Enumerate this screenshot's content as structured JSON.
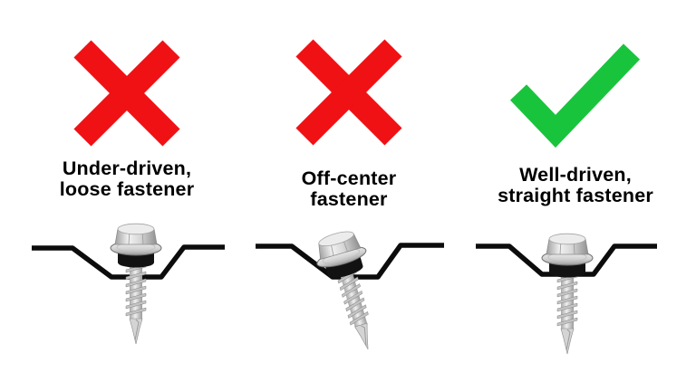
{
  "colors": {
    "incorrect": "#f01115",
    "correct": "#19c43d",
    "panel_line": "#0c0c0c",
    "gasket_rubber": "#121212"
  },
  "columns": [
    {
      "id": "under-driven",
      "verdict": "incorrect",
      "icon": "x-mark",
      "label": {
        "line1": "Under-driven,",
        "line2": "loose fastener"
      },
      "diagram": {
        "screw_state": "under-driven, washer raised above panel valley"
      }
    },
    {
      "id": "off-center",
      "verdict": "incorrect",
      "icon": "x-mark",
      "label": {
        "line1": "Off-center",
        "line2": "fastener"
      },
      "diagram": {
        "screw_state": "tilted off-center on slope of panel valley"
      }
    },
    {
      "id": "well-driven",
      "verdict": "correct",
      "icon": "check-mark",
      "label": {
        "line1": "Well-driven,",
        "line2": "straight fastener"
      },
      "diagram": {
        "screw_state": "straight, washer seated squarely in panel valley"
      }
    }
  ]
}
